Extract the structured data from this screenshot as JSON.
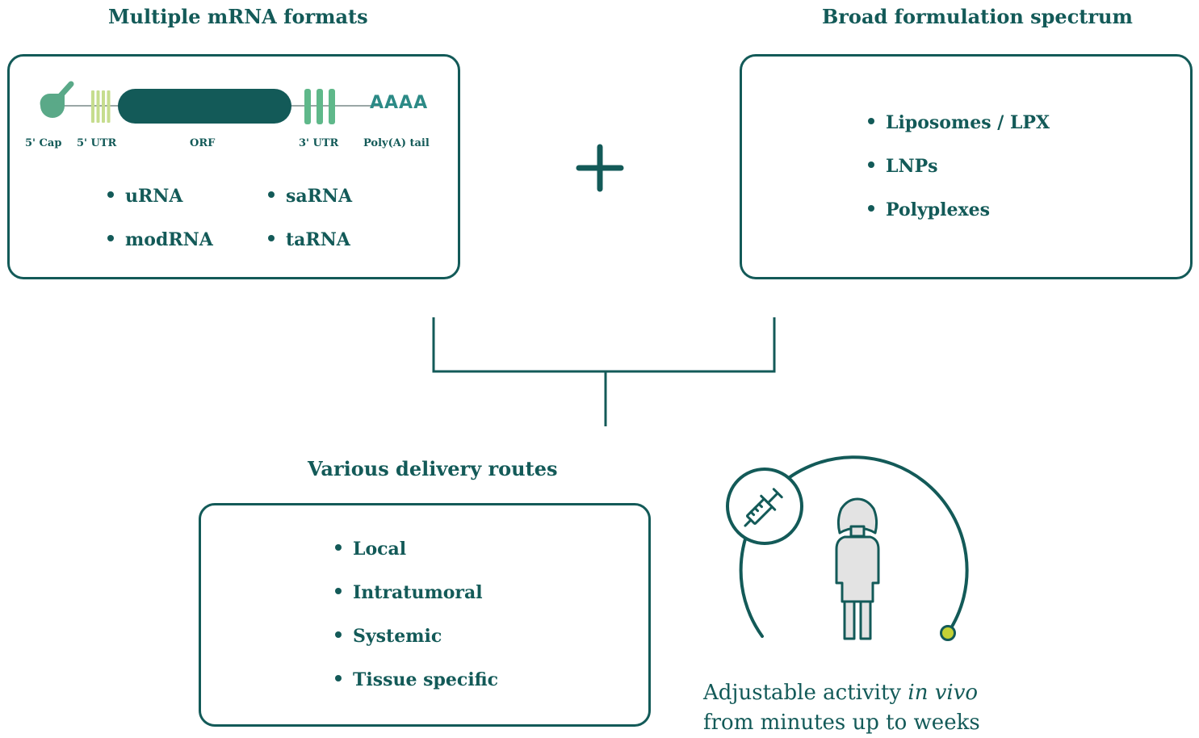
{
  "formats": {
    "heading": "Multiple mRNA formats",
    "segments": [
      "5' Cap",
      "5' UTR",
      "ORF",
      "3' UTR",
      "Poly(A) tail"
    ],
    "poly_a": "AAAA",
    "items": [
      "uRNA",
      "saRNA",
      "modRNA",
      "taRNA"
    ]
  },
  "formulation": {
    "heading": "Broad formulation spectrum",
    "items": [
      "Liposomes / LPX",
      "LNPs",
      "Polyplexes"
    ]
  },
  "routes": {
    "heading": "Various delivery routes",
    "items": [
      "Local",
      "Intratumoral",
      "Systemic",
      "Tissue specific"
    ]
  },
  "caption": {
    "line1_before": "Adjustable activity ",
    "line1_italic": "in vivo",
    "line2": "from minutes up to weeks"
  },
  "colors": {
    "primary": "#135a58",
    "cap_green": "#5aa988",
    "utr5_green": "#c6dd8e",
    "utr3_green": "#5fb88a",
    "dot_fill": "#c4d235",
    "figure_fill": "#e3e3e3"
  }
}
